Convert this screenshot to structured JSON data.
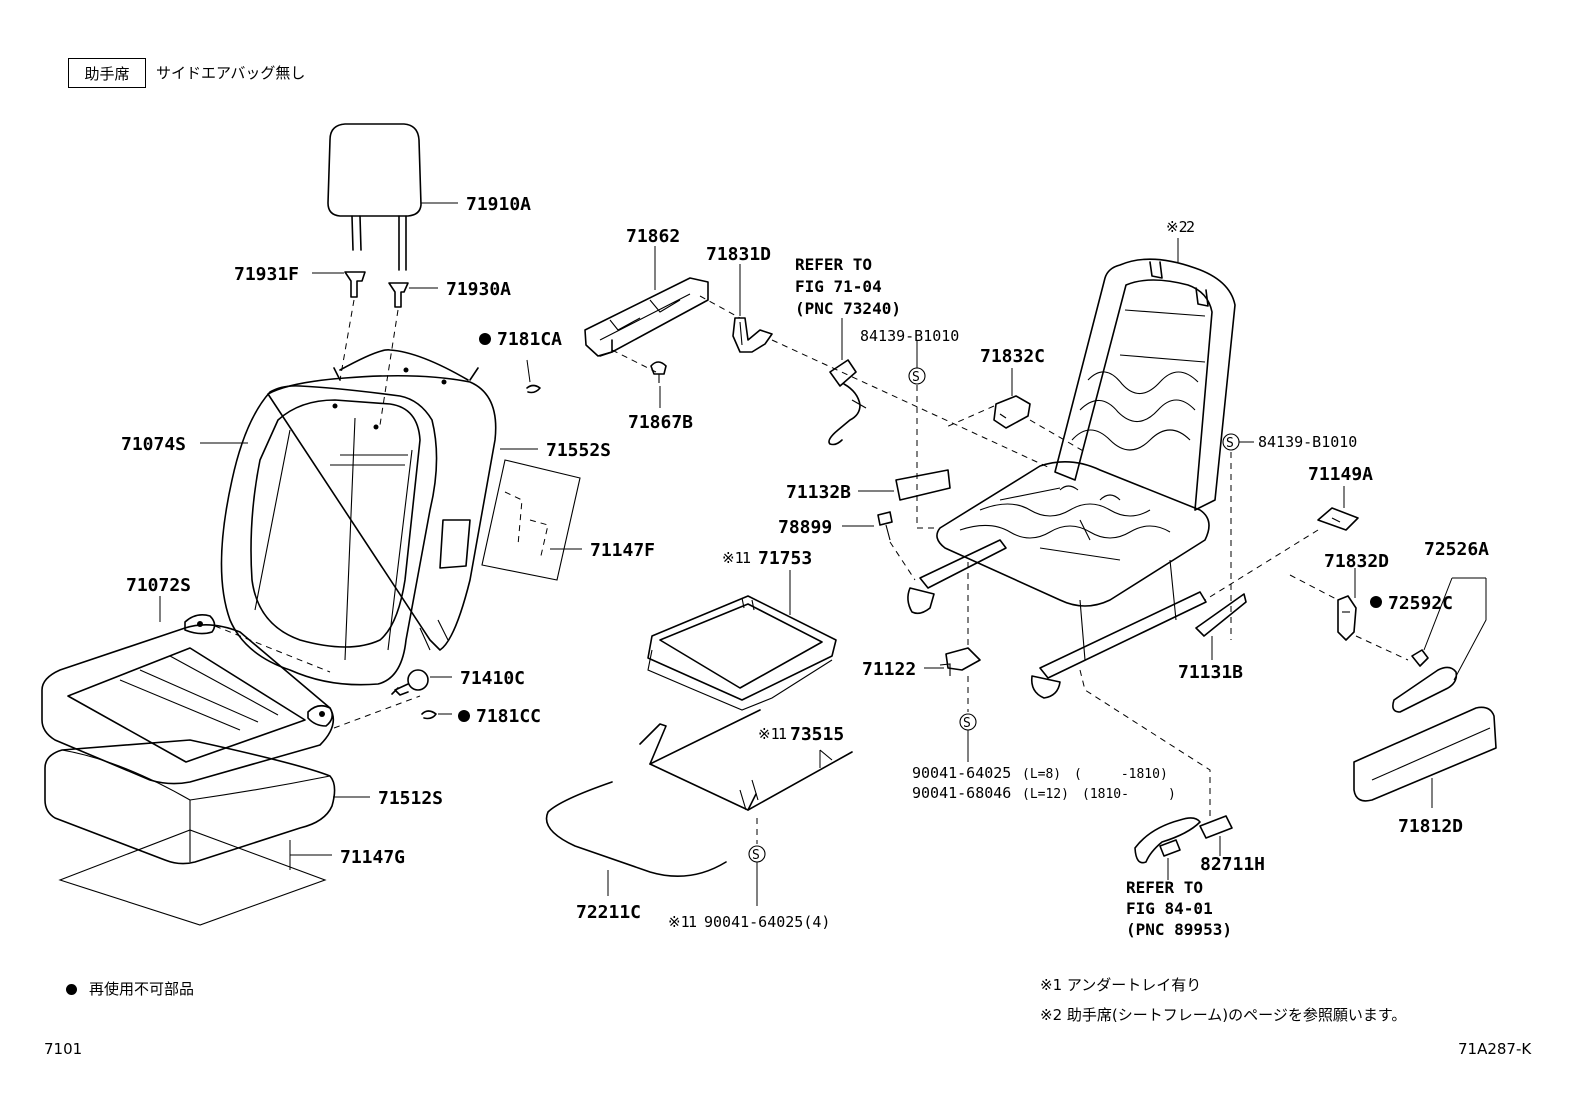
{
  "header": {
    "seat_label": "助手席",
    "description": "サイドエアバッグ無し"
  },
  "parts": {
    "p71910A": "71910A",
    "p71931F": "71931F",
    "p71930A": "71930A",
    "p7181CA": "7181CA",
    "p71074S": "71074S",
    "p71552S": "71552S",
    "p71147F": "71147F",
    "p71072S": "71072S",
    "p71410C": "71410C",
    "p7181CC": "7181CC",
    "p71512S": "71512S",
    "p71147G": "71147G",
    "p71862": "71862",
    "p71831D": "71831D",
    "p71867B": "71867B",
    "p84139a": "84139-B1010",
    "p71832C": "71832C",
    "p84139b": "84139-B1010",
    "p71149A": "71149A",
    "p71132B": "71132B",
    "p78899": "78899",
    "p71753": "71753",
    "p72526A": "72526A",
    "p71832D": "71832D",
    "p72592C": "72592C",
    "p71122": "71122",
    "p71131B": "71131B",
    "p73515": "73515",
    "p90041a": "90041-64025",
    "p90041a_len": "(L=8)",
    "p90041a_range": "(　　　-1810)",
    "p90041b": "90041-68046",
    "p90041b_len": "(L=12)",
    "p90041b_range": "(1810-　　　)",
    "p82711H": "82711H",
    "p71812D": "71812D",
    "p72211C": "72211C",
    "p90041c": "90041-64025(4)"
  },
  "marks": {
    "note1": "※1",
    "note2": "※2",
    "s_symbol": "S"
  },
  "refs": {
    "ref1": [
      "REFER TO",
      "FIG 71-04",
      "(PNC 73240)"
    ],
    "ref2": [
      "REFER TO",
      "FIG 84-01",
      "(PNC 89953)"
    ]
  },
  "legend": {
    "non_reusable": "再使用不可部品"
  },
  "notes": {
    "n1": "※1 アンダートレイ有り",
    "n2": "※2 助手席(シートフレーム)のページを参照願います。"
  },
  "footer": {
    "page": "7101",
    "diagram_id": "71A287-K"
  }
}
